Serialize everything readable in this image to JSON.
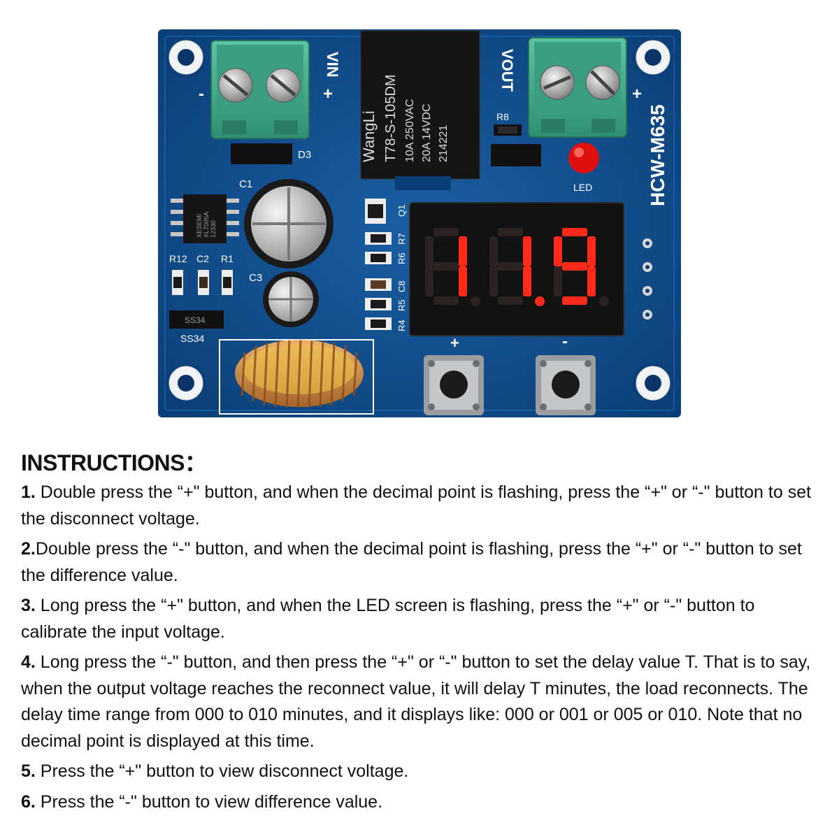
{
  "board": {
    "label_vin": "VIN",
    "label_vout": "VOUT",
    "label_plus": "+",
    "label_minus": "-",
    "model": "HCW-M635",
    "relay_brand": "WangLi",
    "relay_model": "T78-S-105DM",
    "relay_spec1": "10A 250VAC",
    "relay_spec2": "20A 14VDC",
    "relay_code": "214221",
    "display_value": "11.9",
    "led_label": "LED",
    "ref_d3": "D3",
    "ref_c1": "C1",
    "ref_c2": "C2",
    "ref_c3": "C3",
    "ref_r1": "R1",
    "ref_r8": "R8",
    "ref_r12": "R12",
    "ref_q1": "Q1",
    "ref_r7": "R7",
    "ref_r6": "R6",
    "ref_c8": "C8",
    "ref_r5": "R5",
    "ref_r4": "R4",
    "ref_ss34": "SS34",
    "ic_text1": "XESEMI",
    "ic_text2": "XL7005A",
    "ic_text3": "12330",
    "btn_plus_label": "+",
    "btn_minus_label": "-",
    "colors": {
      "pcb": "#0f4a86",
      "terminal": "#3ea88a",
      "segment": "#ff2a1a",
      "copper": "#c88a3a"
    }
  },
  "instructions": {
    "title": "INSTRUCTIONS：",
    "steps": [
      {
        "num": "1.",
        "text": " Double press the “+\" button, and when the decimal point is flashing, press the “+\" or “-\" button to set the disconnect voltage."
      },
      {
        "num": "2.",
        "text": "Double press the “-\" button, and when the decimal point is flashing, press the “+\" or “-\" button to set the difference value."
      },
      {
        "num": "3.",
        "text": " Long press the “+\" button, and when the LED screen is flashing, press the “+\" or “-\" button to calibrate the input voltage."
      },
      {
        "num": "4.",
        "text": " Long press the “-\" button, and then press the “+\" or “-\" button to set the delay value T. That is to say, when the output voltage reaches the reconnect value, it will delay T minutes, the load reconnects. The delay time range from 000 to 010 minutes, and it displays like: 000 or 001 or 005 or 010. Note that no decimal point is displayed at this time."
      },
      {
        "num": "5.",
        "text": " Press the “+\" button to view disconnect voltage."
      },
      {
        "num": "6.",
        "text": " Press the “-\" button to view difference value."
      }
    ]
  }
}
